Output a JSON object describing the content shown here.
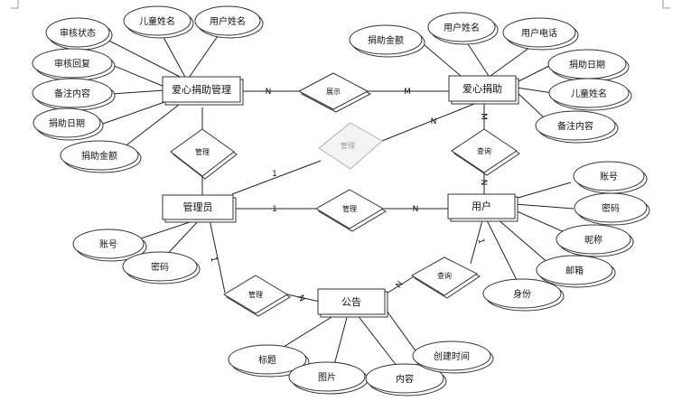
{
  "entities": {
    "donation_mgmt": "爱心捐助管理",
    "donation": "爱心捐助",
    "admin": "管理员",
    "user": "用户",
    "notice": "公告"
  },
  "relationships": {
    "display": "展示",
    "manage_donation": "管理",
    "trace": "管理",
    "query_donation": "查询",
    "manage_user": "管理",
    "manage_notice": "管理",
    "query_notice": "查询"
  },
  "attributes": {
    "dm_review_status": "审核状态",
    "dm_child_name": "儿童姓名",
    "dm_user_name": "用户姓名",
    "dm_review_reply": "审核回复",
    "dm_remarks": "备注内容",
    "dm_date": "捐助日期",
    "dm_amount": "捐助金额",
    "d_amount": "捐助金额",
    "d_user_name": "用户姓名",
    "d_user_phone": "用户电话",
    "d_date": "捐助日期",
    "d_child_name": "儿童姓名",
    "d_remarks": "备注内容",
    "a_account": "账号",
    "a_password": "密码",
    "u_account": "账号",
    "u_password": "密码",
    "u_nickname": "昵称",
    "u_email": "邮箱",
    "u_identity": "身份",
    "n_title": "标题",
    "n_image": "图片",
    "n_content": "内容",
    "n_created": "创建时间"
  },
  "cardinalities": {
    "display_left": "N",
    "display_right": "M",
    "trace_admin": "1",
    "trace_donation": "N",
    "query_donation_top": "M",
    "query_donation_bottom": "N",
    "manage_user_admin": "1",
    "manage_user_user": "N",
    "manage_notice_admin": "1",
    "manage_notice_notice": "N",
    "query_notice_notice": "N",
    "query_notice_user": "1"
  }
}
